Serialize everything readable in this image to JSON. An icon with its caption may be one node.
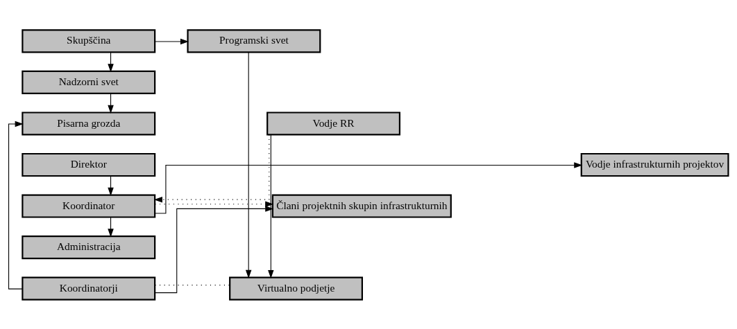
{
  "diagram": {
    "nodes": [
      {
        "text": [
          "Skupščina"
        ]
      },
      {
        "text": [
          "Programski svet"
        ]
      },
      {
        "text": [
          "Nadzorni svet"
        ]
      },
      {
        "text": [
          "Pisarna grozda"
        ]
      },
      {
        "text": [
          "Vodje RR"
        ]
      },
      {
        "text": [
          "Direktor"
        ]
      },
      {
        "text": [
          "Vodje infrastrukturnih projektov"
        ]
      },
      {
        "text": [
          "Koordinator"
        ]
      },
      {
        "text": [
          "Člani projektnih skupin infrastrukturnih"
        ]
      },
      {
        "text": [
          "Administracija"
        ]
      },
      {
        "text": [
          "Koordinatorji"
        ]
      },
      {
        "text": [
          "Virtualno podjetje"
        ]
      }
    ],
    "edges": [
      {
        "from": 0,
        "to": 1,
        "arrow": "to"
      },
      {
        "from": 0,
        "to": 2,
        "arrow": "to"
      },
      {
        "from": 2,
        "to": 3,
        "arrow": "to"
      },
      {
        "from": 10,
        "to": 3,
        "arrow": "to"
      },
      {
        "from": 4,
        "to": 7,
        "arrow": "to",
        "style": "dashed"
      },
      {
        "from": 5,
        "to": 7,
        "arrow": "to"
      },
      {
        "from": 7,
        "to": 9,
        "arrow": "to"
      },
      {
        "from": 7,
        "to": 6,
        "arrow": "to"
      },
      {
        "from": 7,
        "to": 8,
        "arrow": "to",
        "style": "dashed"
      },
      {
        "from": 10,
        "to": 8,
        "arrow": "to"
      },
      {
        "from": 10,
        "to": 11,
        "arrow": "none",
        "style": "dashed"
      },
      {
        "from": 4,
        "to": 11,
        "arrow": "to"
      },
      {
        "from": 1,
        "to": 11,
        "arrow": "to"
      }
    ]
  }
}
